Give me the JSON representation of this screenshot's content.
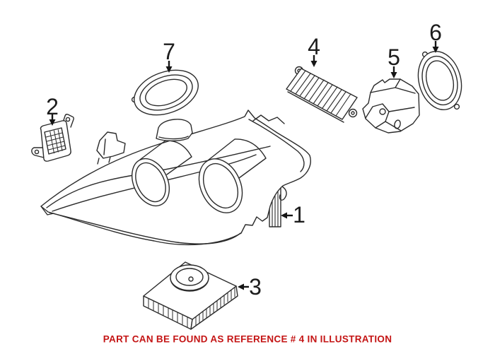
{
  "caption": {
    "text": "PART CAN BE FOUND AS REFERENCE # 4 IN ILLUSTRATION",
    "color": "#c41414"
  },
  "callouts": [
    {
      "label": "1"
    },
    {
      "label": "2"
    },
    {
      "label": "3"
    },
    {
      "label": "4"
    },
    {
      "label": "5"
    },
    {
      "label": "6"
    },
    {
      "label": "7"
    }
  ],
  "colors": {
    "background": "#ffffff",
    "line_art": "#2b2b2b",
    "leader": "#151515",
    "label_text": "#1c1c1c"
  }
}
